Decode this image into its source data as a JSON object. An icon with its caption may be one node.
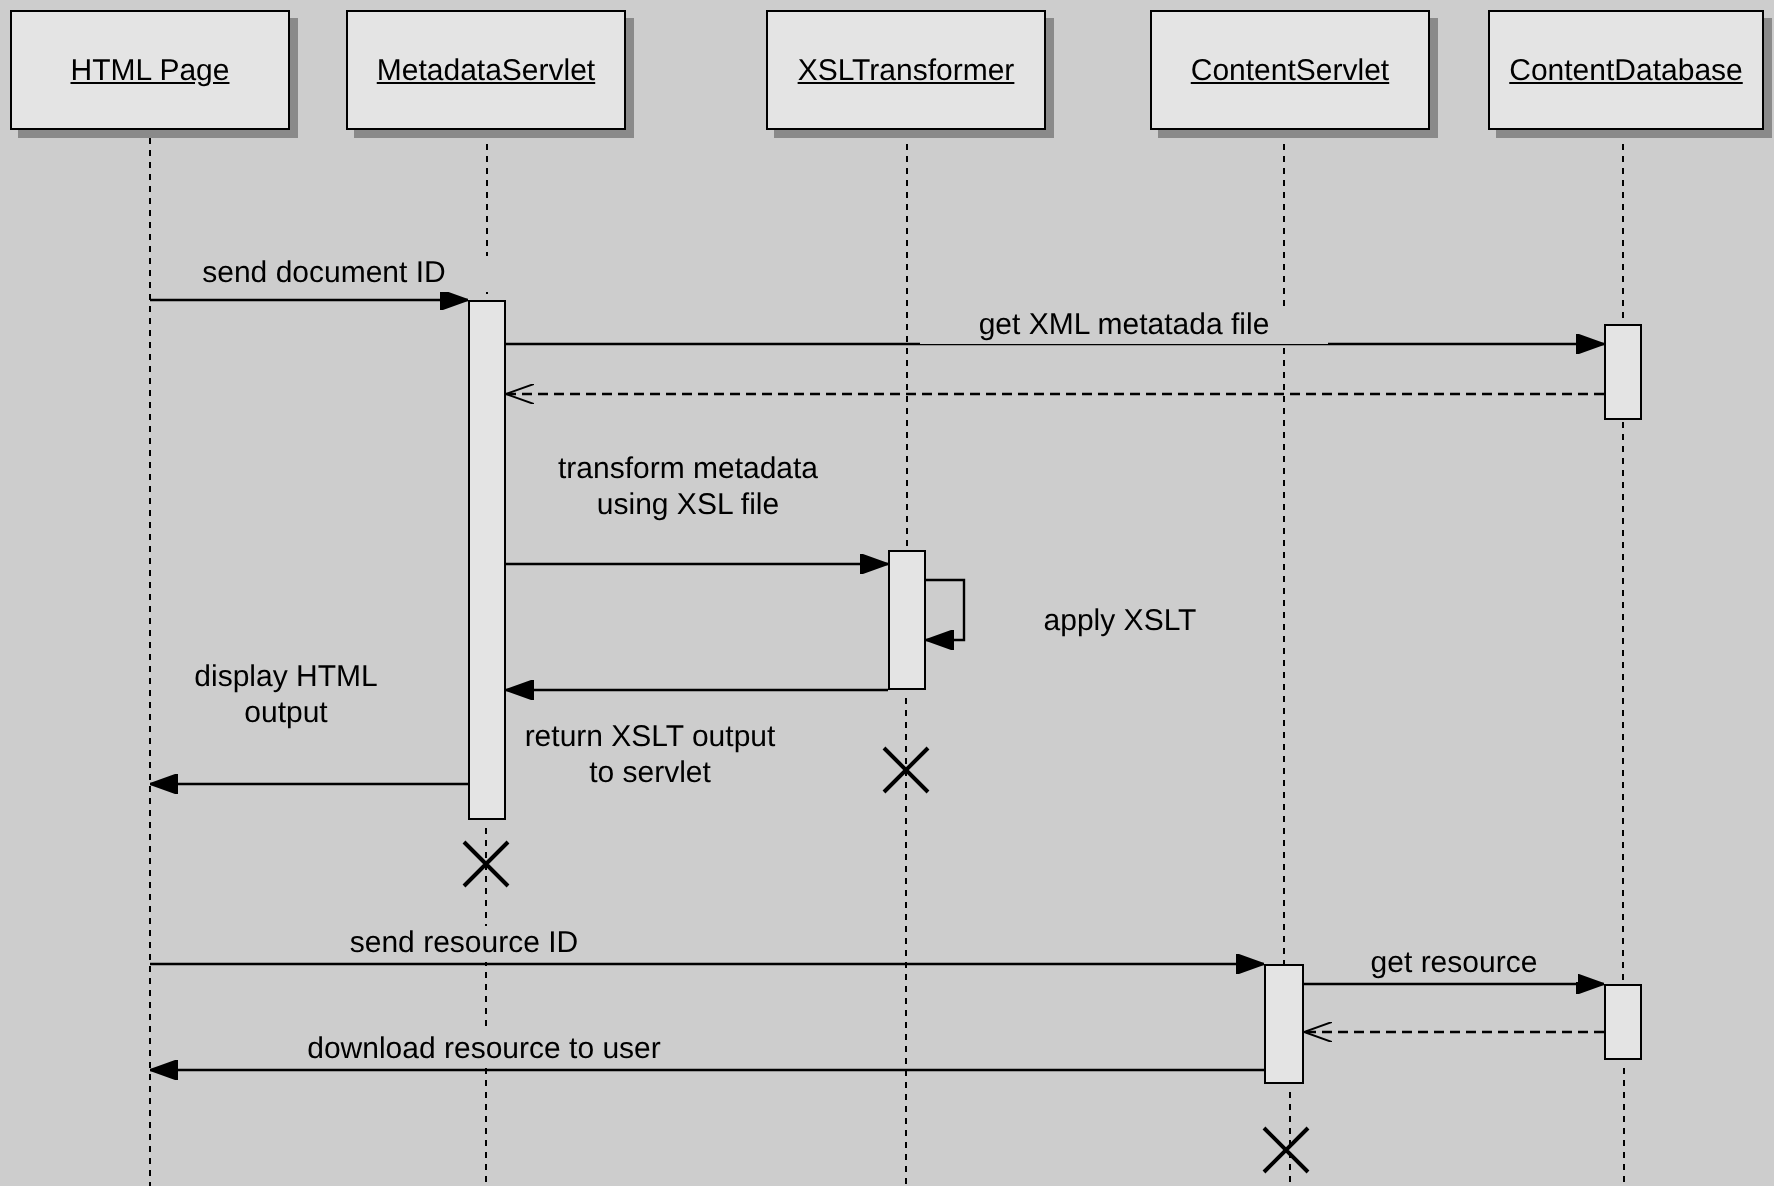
{
  "diagram": {
    "nodes": [
      {
        "text": [
          "HTML Page"
        ]
      },
      {
        "text": [
          "MetadataServlet"
        ]
      },
      {
        "text": [
          "XSLTransformer"
        ]
      },
      {
        "text": [
          "ContentServlet"
        ]
      },
      {
        "text": [
          "ContentDatabase"
        ]
      },
      {
        "text": [],
        "shape": "bar"
      },
      {
        "text": [],
        "shape": "bar"
      },
      {
        "text": [],
        "shape": "bar"
      },
      {
        "text": [],
        "shape": "bar"
      },
      {
        "text": [],
        "shape": "bar"
      }
    ],
    "edges": [
      {
        "from": null,
        "to": 5,
        "arrow": "to",
        "label": "send document ID"
      },
      {
        "from": 5,
        "to": 6,
        "arrow": "to",
        "label": "get XML metatada file"
      },
      {
        "from": 6,
        "to": 5,
        "arrow": "to",
        "style": "dashed"
      },
      {
        "from": 5,
        "to": 7,
        "arrow": "to",
        "label": "transform metadata using XSL file"
      },
      {
        "from": 7,
        "to": 7,
        "arrow": "to",
        "label": "apply XSLT"
      },
      {
        "from": 7,
        "to": 5,
        "arrow": "to",
        "label": "return XSLT output to servlet"
      },
      {
        "from": 5,
        "to": null,
        "arrow": "to",
        "label": "display HTML output"
      },
      {
        "from": null,
        "to": 8,
        "arrow": "to",
        "label": "send resource ID"
      },
      {
        "from": 8,
        "to": 9,
        "arrow": "to",
        "label": "get resource"
      },
      {
        "from": 9,
        "to": 8,
        "arrow": "to",
        "style": "dashed"
      },
      {
        "from": 8,
        "to": null,
        "arrow": "to",
        "label": "download resource to user"
      },
      {
        "from": 1,
        "to": 5,
        "arrow": "none",
        "style": "dashed"
      },
      {
        "from": 2,
        "to": 7,
        "arrow": "none",
        "style": "dashed"
      },
      {
        "from": 3,
        "to": 8,
        "arrow": "none",
        "style": "dashed"
      },
      {
        "from": 4,
        "to": 6,
        "arrow": "none",
        "style": "dashed"
      },
      {
        "from": 6,
        "to": 9,
        "arrow": "none",
        "style": "dashed"
      }
    ]
  }
}
